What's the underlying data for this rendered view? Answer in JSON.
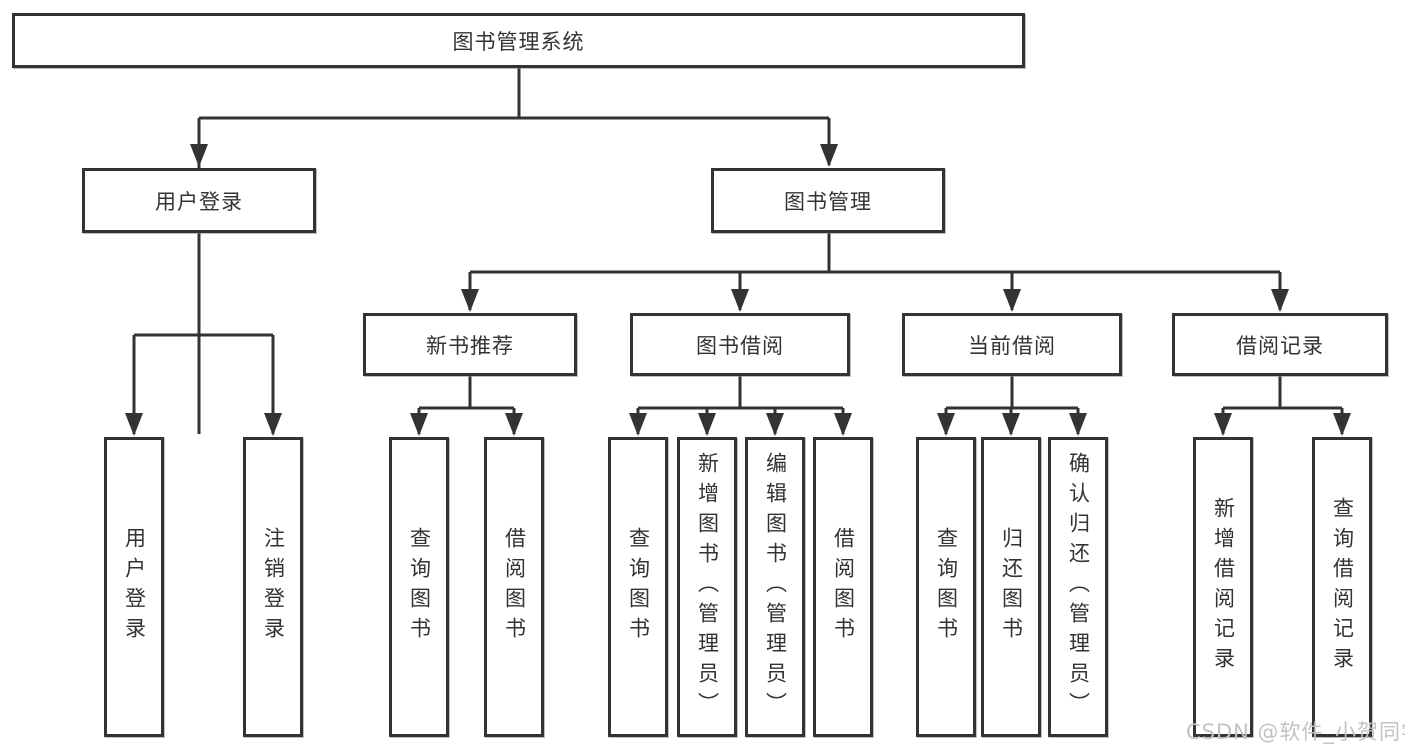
{
  "diagram": {
    "root": {
      "label": "图书管理系统"
    },
    "level2": [
      {
        "label": "用户登录"
      },
      {
        "label": "图书管理"
      }
    ],
    "level3": [
      {
        "label": "新书推荐",
        "parent": "图书管理"
      },
      {
        "label": "图书借阅",
        "parent": "图书管理"
      },
      {
        "label": "当前借阅",
        "parent": "图书管理"
      },
      {
        "label": "借阅记录",
        "parent": "图书管理"
      }
    ],
    "leaves": [
      {
        "label": "用户登录",
        "parent": "用户登录"
      },
      {
        "label": "注销登录",
        "parent": "用户登录"
      },
      {
        "label": "查询图书",
        "parent": "新书推荐"
      },
      {
        "label": "借阅图书",
        "parent": "新书推荐"
      },
      {
        "label": "查询图书",
        "parent": "图书借阅"
      },
      {
        "label": "新增图书（管理员）",
        "parent": "图书借阅"
      },
      {
        "label": "编辑图书（管理员）",
        "parent": "图书借阅"
      },
      {
        "label": "借阅图书",
        "parent": "图书借阅"
      },
      {
        "label": "查询图书",
        "parent": "当前借阅"
      },
      {
        "label": "归还图书",
        "parent": "当前借阅"
      },
      {
        "label": "确认归还（管理员）",
        "parent": "当前借阅"
      },
      {
        "label": "新增借阅记录",
        "parent": "借阅记录"
      },
      {
        "label": "查询借阅记录",
        "parent": "借阅记录"
      }
    ]
  },
  "watermark": "CSDN @软件_小贺同学",
  "colors": {
    "line": "#333333",
    "box_border": "#333333",
    "box_fill": "#ffffff",
    "text": "#333333",
    "watermark": "#c3c3c3",
    "background": "#ffffff"
  }
}
